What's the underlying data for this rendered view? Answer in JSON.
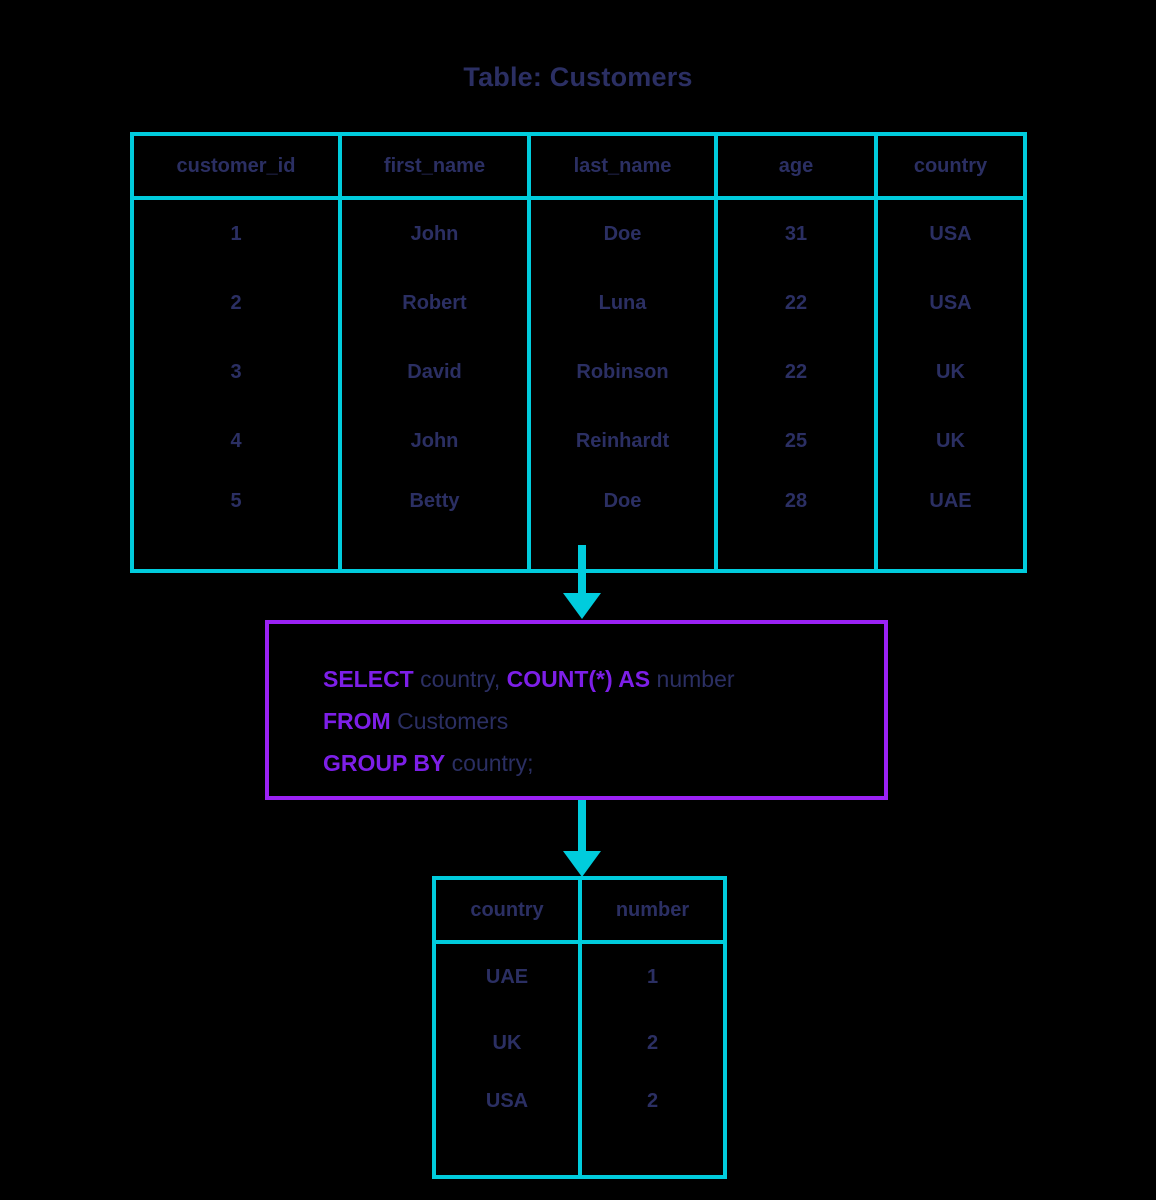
{
  "title": "Table: Customers",
  "colors": {
    "background": "#000000",
    "table_border": "#00ccdd",
    "text_navy": "#2b2f63",
    "sql_keyword": "#7d1fe8",
    "sql_box_border": "#9b22f5",
    "arrow": "#00ccdd"
  },
  "source_table": {
    "name": "Customers",
    "columns": [
      "customer_id",
      "first_name",
      "last_name",
      "age",
      "country"
    ],
    "rows": [
      [
        "1",
        "John",
        "Doe",
        "31",
        "USA"
      ],
      [
        "2",
        "Robert",
        "Luna",
        "22",
        "USA"
      ],
      [
        "3",
        "David",
        "Robinson",
        "22",
        "UK"
      ],
      [
        "4",
        "John",
        "Reinhardt",
        "25",
        "UK"
      ],
      [
        "5",
        "Betty",
        "Doe",
        "28",
        "UAE"
      ]
    ]
  },
  "sql": {
    "lines": [
      [
        {
          "t": "SELECT",
          "k": true
        },
        {
          "t": " country, ",
          "k": false
        },
        {
          "t": "COUNT(*) AS",
          "k": true
        },
        {
          "t": " number",
          "k": false
        }
      ],
      [
        {
          "t": "FROM",
          "k": true
        },
        {
          "t": " Customers",
          "k": false
        }
      ],
      [
        {
          "t": "GROUP BY",
          "k": true
        },
        {
          "t": " country;",
          "k": false
        }
      ]
    ],
    "full_text": "SELECT country, COUNT(*) AS number FROM Customers GROUP BY country;"
  },
  "result_table": {
    "columns": [
      "country",
      "number"
    ],
    "rows": [
      [
        "UAE",
        "1"
      ],
      [
        "UK",
        "2"
      ],
      [
        "USA",
        "2"
      ]
    ]
  },
  "arrows": [
    {
      "name": "arrow-table-to-query",
      "direction": "down"
    },
    {
      "name": "arrow-query-to-result",
      "direction": "down"
    }
  ]
}
